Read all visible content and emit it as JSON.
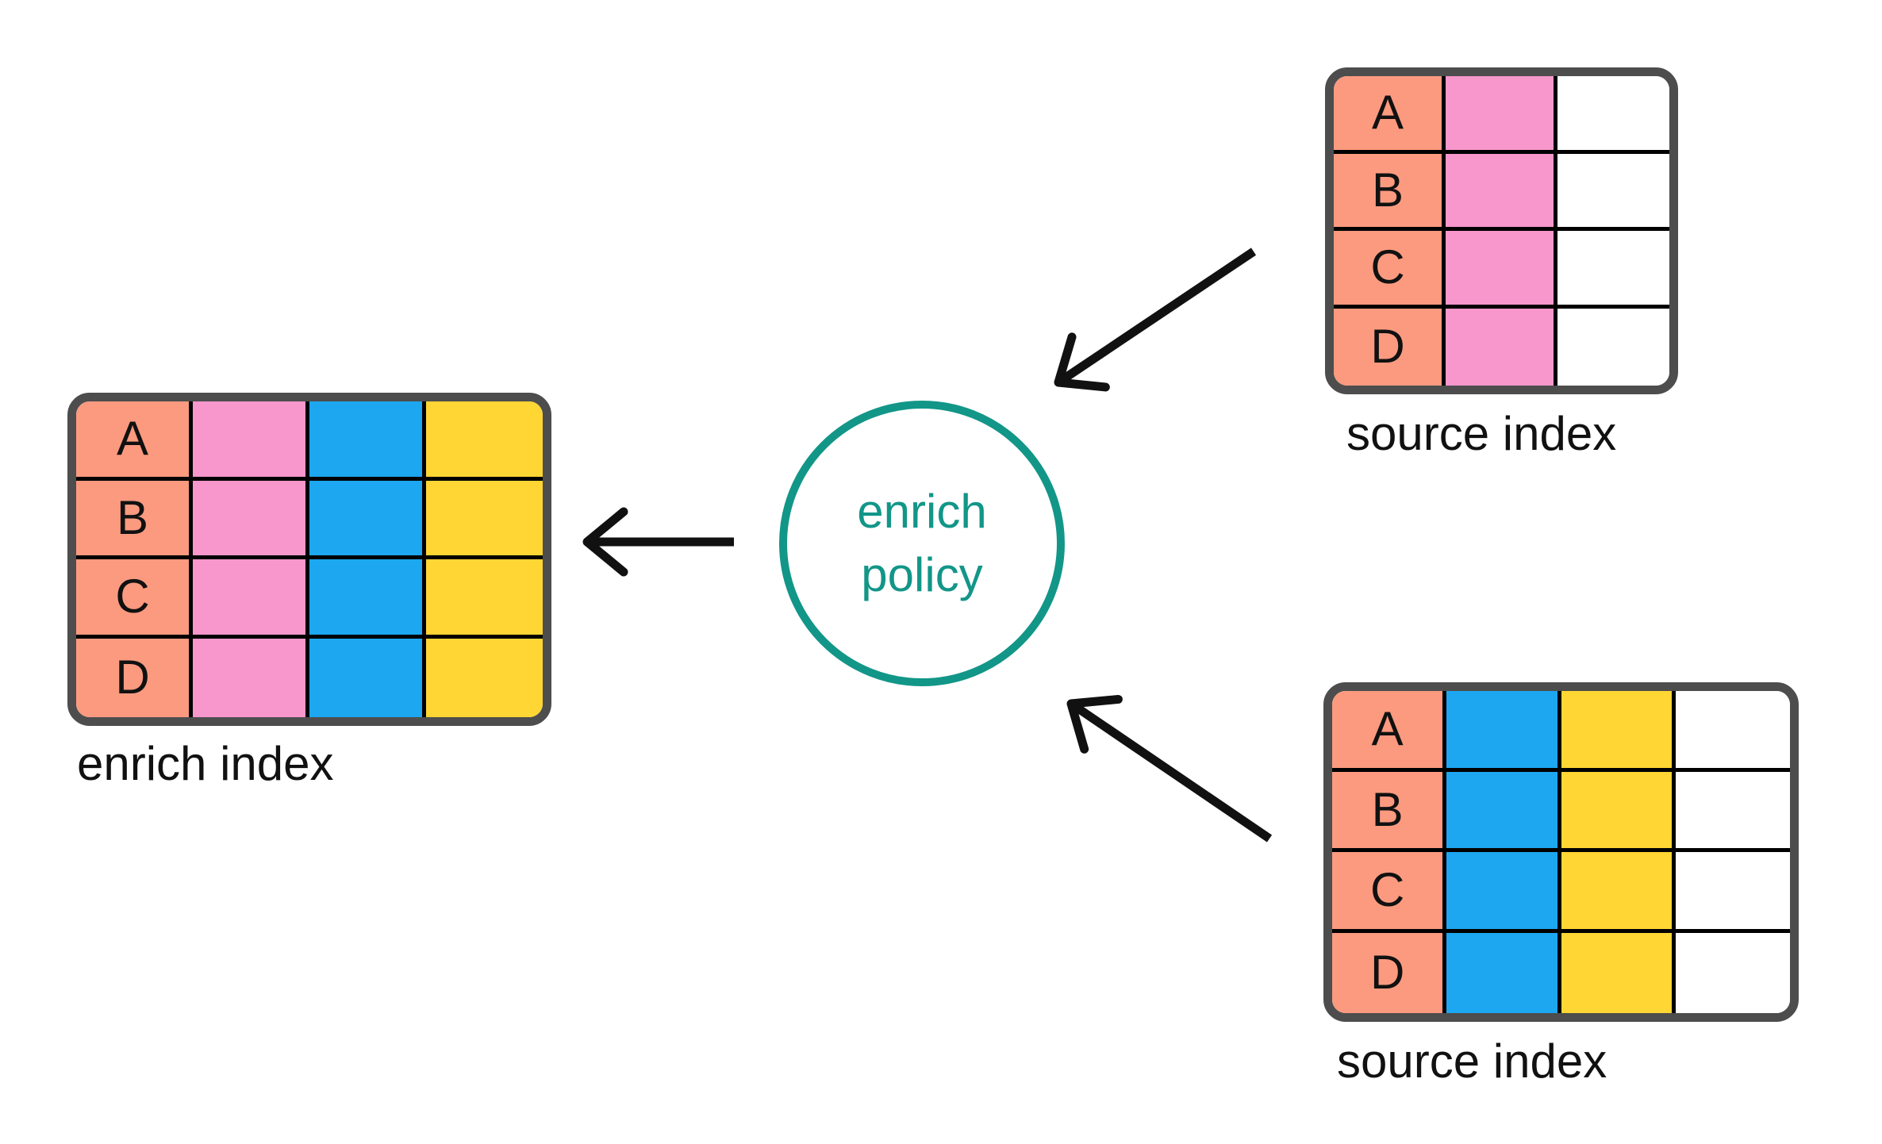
{
  "colors": {
    "background": "#FFFFFF",
    "salmon": "#FB9A7F",
    "pink": "#F897CB",
    "blue": "#1CA7F0",
    "yellow": "#FFD633",
    "white": "#FFFFFF",
    "teal": "#129688",
    "table_border": "#4D4D4D",
    "grid_line": "#000000",
    "arrow": "#111111",
    "text": "#111111"
  },
  "diagram": {
    "enrich_index": {
      "label": "enrich index",
      "row_labels": [
        "A",
        "B",
        "C",
        "D"
      ],
      "column_colors": [
        "salmon",
        "pink",
        "blue",
        "yellow"
      ]
    },
    "source_index_top": {
      "label": "source index",
      "row_labels": [
        "A",
        "B",
        "C",
        "D"
      ],
      "column_colors": [
        "salmon",
        "pink",
        "white"
      ]
    },
    "source_index_bottom": {
      "label": "source index",
      "row_labels": [
        "A",
        "B",
        "C",
        "D"
      ],
      "column_colors": [
        "salmon",
        "blue",
        "yellow",
        "white"
      ]
    },
    "policy": {
      "lines": [
        "enrich",
        "policy"
      ]
    }
  }
}
